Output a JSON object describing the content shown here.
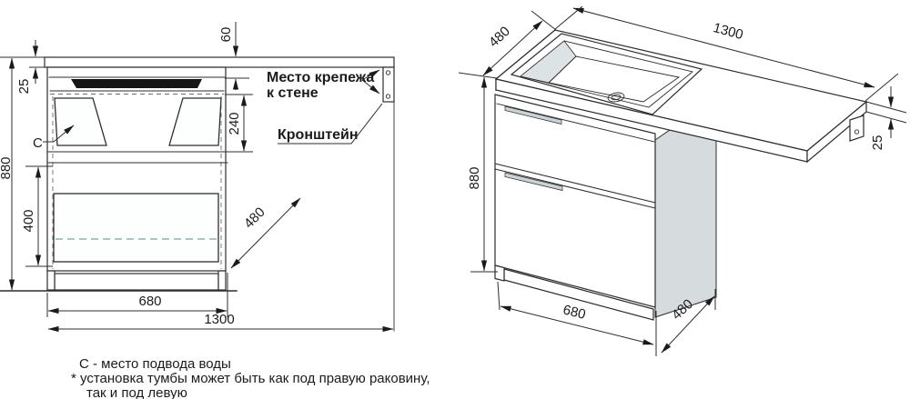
{
  "front_view": {
    "dim_total_height": "880",
    "dim_countertop_thickness": "25",
    "dim_top_offset": "60",
    "dim_sink_zone": "240",
    "dim_drawer_zone": "400",
    "dim_cabinet_width": "680",
    "dim_countertop_length": "1300",
    "dim_depth": "480",
    "label_mount_line1": "Место крепежа",
    "label_mount_line2": "к стене",
    "label_bracket": "Кронштейн",
    "label_water_point": "С"
  },
  "perspective_view": {
    "dim_depth_top": "480",
    "dim_countertop_length": "1300",
    "dim_total_height": "880",
    "dim_countertop_thickness": "25",
    "dim_cabinet_width": "680",
    "dim_cabinet_depth": "480"
  },
  "notes": {
    "line1": "С - место подвода воды",
    "line2": "* установка тумбы может быть как под правую раковину,",
    "line3": "так и под левую"
  },
  "colors": {
    "line": "#2d2d2d",
    "sink_silhouette": "#151515",
    "side_panel": "#d6dbde",
    "basin_shade": "#dde2e5",
    "teal_dashed": "#7aa39e",
    "background": "#ffffff"
  }
}
